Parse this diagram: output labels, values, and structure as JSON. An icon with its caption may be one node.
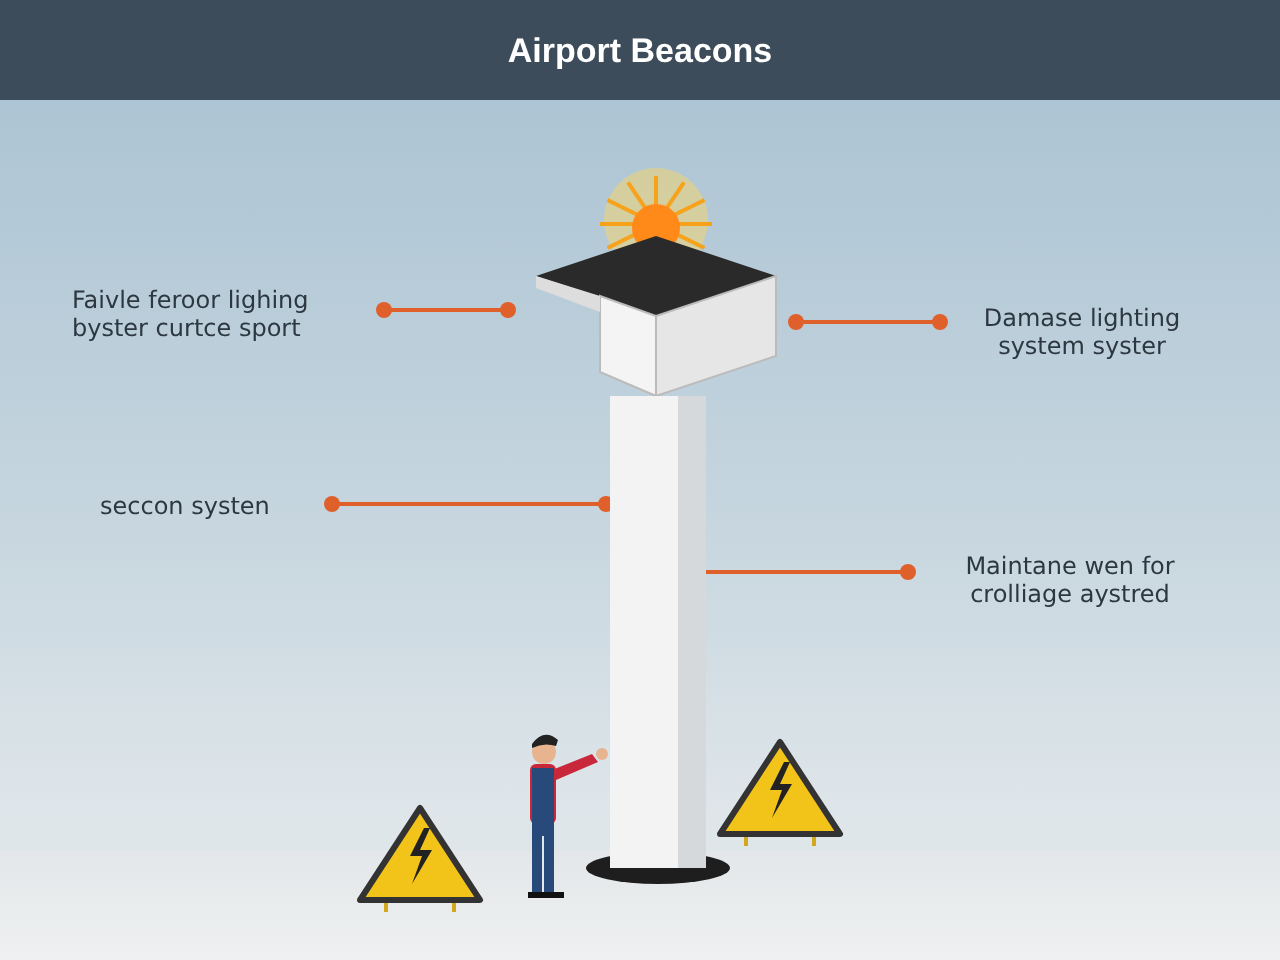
{
  "diagram": {
    "title": "Airport Beacons",
    "nodes": [
      {
        "text": [
          "Faivle feroor lighing byster curtce sport"
        ]
      },
      {
        "text": [],
        "shape": "picture"
      },
      {
        "text": [
          "Damase lighting system syster"
        ]
      },
      {
        "text": [
          "seccon systen"
        ]
      },
      {
        "text": [],
        "shape": "picture"
      },
      {
        "text": [
          "Maintane wen for crolliage aystred"
        ]
      }
    ],
    "edges": [
      {
        "from": 0,
        "to": 1,
        "arrow": "other"
      },
      {
        "from": 2,
        "to": 1,
        "arrow": "other"
      },
      {
        "from": 3,
        "to": 4,
        "arrow": "other"
      },
      {
        "from": 5,
        "to": 4,
        "arrow": "other"
      }
    ]
  }
}
